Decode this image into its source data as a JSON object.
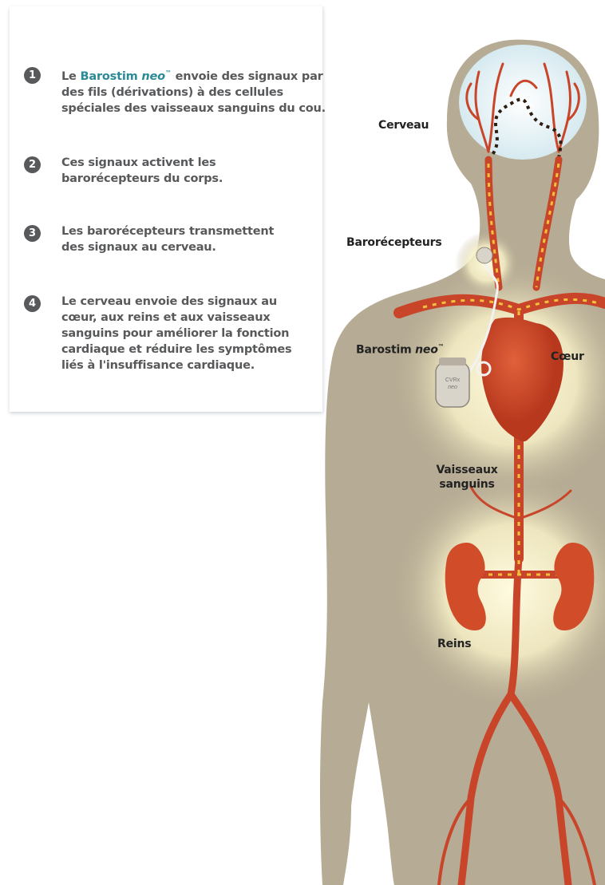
{
  "steps": [
    {
      "number": "1",
      "text_before": "Le ",
      "brand": "Barostim",
      "brand_italic": "neo",
      "trademark": "™",
      "text_after": " envoie des signaux par des fils (dérivations) à des cellules spéciales des vaisseaux sanguins du cou."
    },
    {
      "number": "2",
      "text": "Ces signaux activent les barorécepteurs du corps."
    },
    {
      "number": "3",
      "text": "Les barorécepteurs transmettent des signaux au cerveau."
    },
    {
      "number": "4",
      "text": "Le cerveau envoie des signaux au cœur, aux reins et aux vaisseaux sanguins pour améliorer la fonction cardiaque et réduire les symptômes liés à l'insuffisance cardiaque."
    }
  ],
  "labels": {
    "cerveau": "Cerveau",
    "barorecepteurs": "Barorécepteurs",
    "barostim": "Barostim",
    "barostim_italic": "neo",
    "trademark": "™",
    "coeur": "Cœur",
    "vaisseaux_line1": "Vaisseaux",
    "vaisseaux_line2": "sanguins",
    "reins": "Reins"
  },
  "device_label": {
    "line1": "CVRx",
    "line2": "neo"
  },
  "colors": {
    "brand": "#2b8a96",
    "step_text": "#58595b",
    "body": "#b6ab94",
    "organ": "#d14d2a",
    "vessel": "#c9452a",
    "glow": "#fff8cf",
    "signal": "#f3c23a"
  }
}
